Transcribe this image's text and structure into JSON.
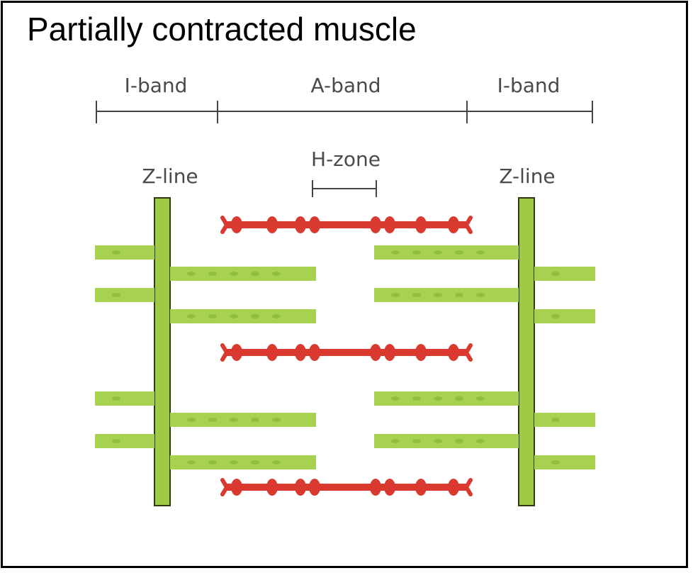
{
  "title": "Partially contracted muscle",
  "bands": {
    "i_band_left": "I-band",
    "a_band": "A-band",
    "i_band_right": "I-band"
  },
  "h_zone": "H-zone",
  "z_line_left": "Z-line",
  "z_line_right": "Z-line",
  "colors": {
    "thick_filament": "#d9392e",
    "thin_filament": "#a8d14f",
    "z_line": "#9fca43",
    "dimension_line": "#444444"
  }
}
